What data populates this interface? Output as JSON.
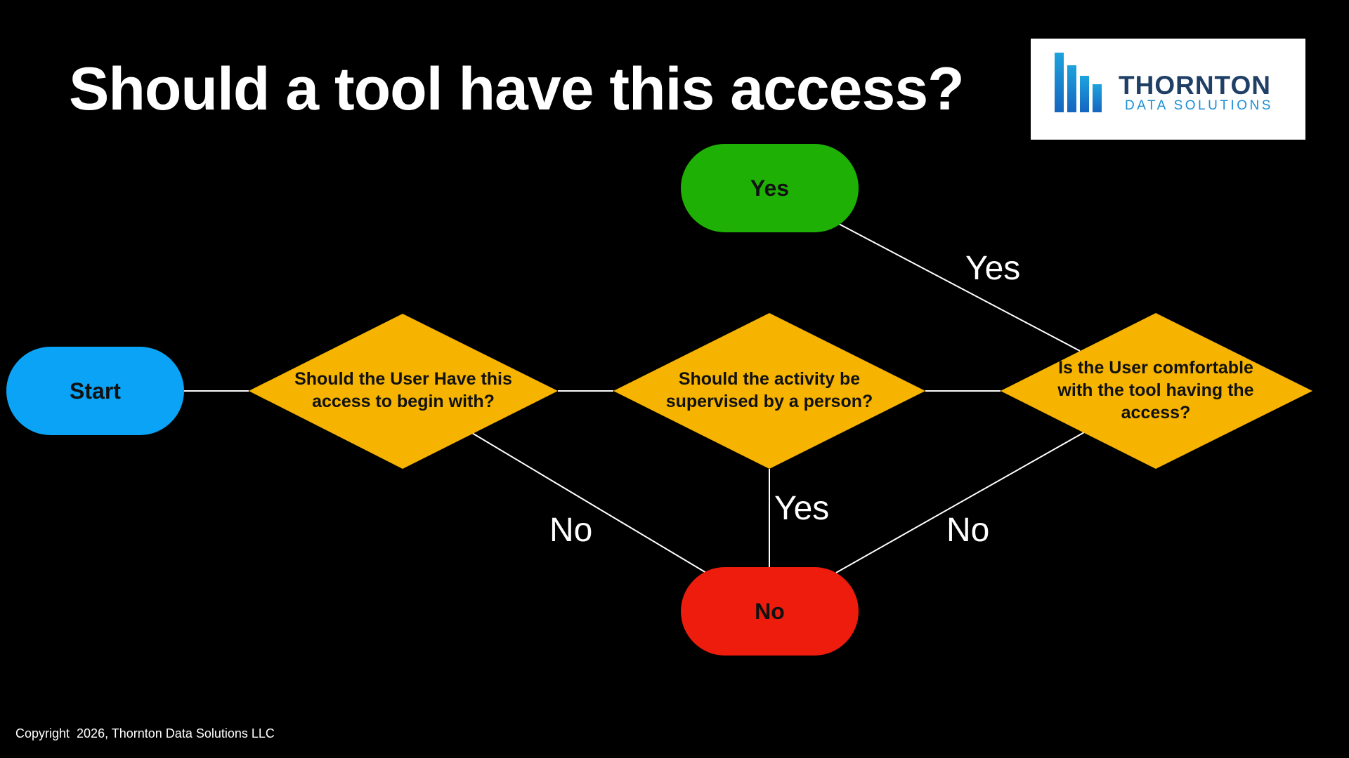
{
  "title": "Should a tool have this access?",
  "logo": {
    "name": "THORNTON",
    "subtitle": "DATA SOLUTIONS"
  },
  "nodes": {
    "start": {
      "label": "Start",
      "color": "#0aa3f5"
    },
    "q1": {
      "label": "Should the User Have this access to begin with?",
      "color": "#f6b400"
    },
    "q2": {
      "label": "Should the activity be supervised by a person?",
      "color": "#f6b400"
    },
    "q3": {
      "label": "Is the User comfortable with the tool having the access?",
      "color": "#f6b400"
    },
    "yes": {
      "label": "Yes",
      "color": "#1fb005"
    },
    "no": {
      "label": "No",
      "color": "#ee1c0d"
    }
  },
  "edges": {
    "q3_yes": "Yes",
    "q1_no": "No",
    "q2_yes": "Yes",
    "q3_no": "No"
  },
  "copyright": "Copyright  2026, Thornton Data Solutions LLC"
}
